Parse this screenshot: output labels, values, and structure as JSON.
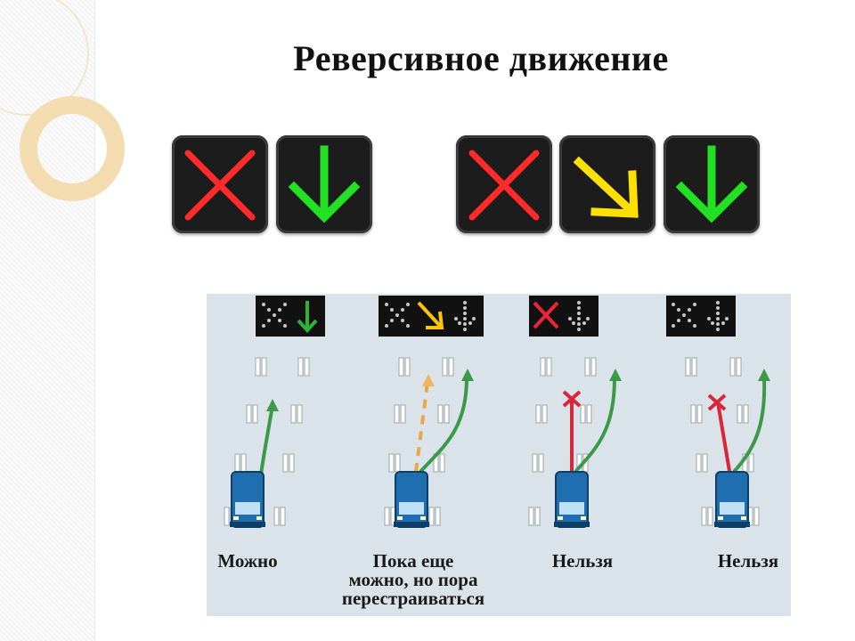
{
  "title": "Реверсивное движение",
  "signal_groups": [
    {
      "signals": [
        {
          "icon": "red-cross-icon"
        },
        {
          "icon": "green-down-arrow-icon"
        }
      ]
    },
    {
      "signals": [
        {
          "icon": "red-cross-icon"
        },
        {
          "icon": "yellow-diagonal-arrow-icon"
        },
        {
          "icon": "green-down-arrow-icon"
        }
      ]
    }
  ],
  "scenes": [
    {
      "caption": "Можно"
    },
    {
      "caption_lines": [
        "Пока еще",
        "можно, но пора",
        "перестраиваться"
      ]
    },
    {
      "caption": "Нельзя"
    },
    {
      "caption": "Нельзя"
    }
  ],
  "colors": {
    "red": "#ff2a2a",
    "green": "#22e022",
    "yellow": "#ffe000",
    "car": "#1f6fb0",
    "path_red": "#d8263a",
    "path_green": "#3a9a4a"
  }
}
